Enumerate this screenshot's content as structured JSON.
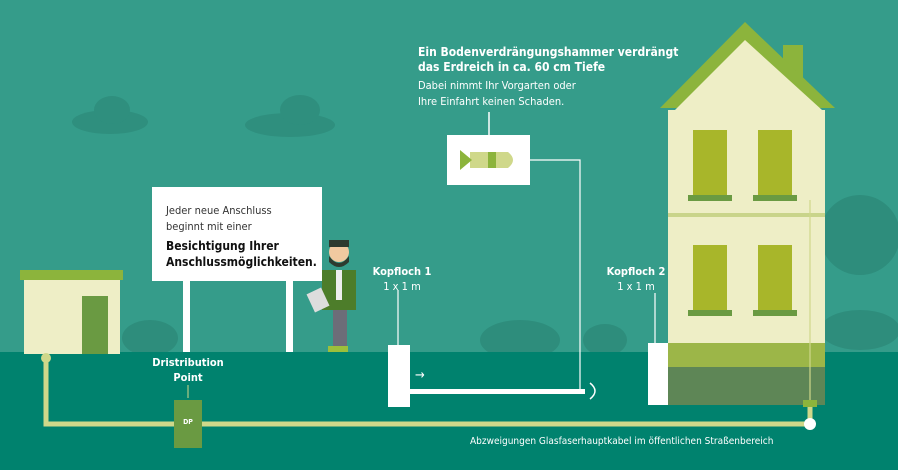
{
  "hammer_note": {
    "title_line1": "Ein Bodenverdrängungshammer verdrängt",
    "title_line2": "das Erdreich in ca. 60 cm Tiefe",
    "text_line1": "Dabei nimmt Ihr Vorgarten oder",
    "text_line2": "Ihre Einfahrt keinen Schaden."
  },
  "sign": {
    "line1": "Jeder neue Anschluss",
    "line2": "beginnt mit einer",
    "bold_line1": "Besichtigung Ihrer",
    "bold_line2": "Anschlussmöglichkeiten."
  },
  "pit1": {
    "title": "Kopfloch 1",
    "size": "1 x 1 m"
  },
  "pit2": {
    "title": "Kopfloch 2",
    "size": "1 x 1 m"
  },
  "dp": {
    "label_line1": "Dristribution",
    "label_line2": "Point",
    "box_label": "DP"
  },
  "cable_caption": "Abzweigungen Glasfaserhauptkabel im öffentlichen Straßenbereich",
  "arrow_glyph": "→",
  "colors": {
    "sky": "#359c8a",
    "ground": "#00826e",
    "cable": "#cfd88a",
    "house": "#eeeec6",
    "roof": "#8cb43c",
    "window": "#a8b62a"
  }
}
